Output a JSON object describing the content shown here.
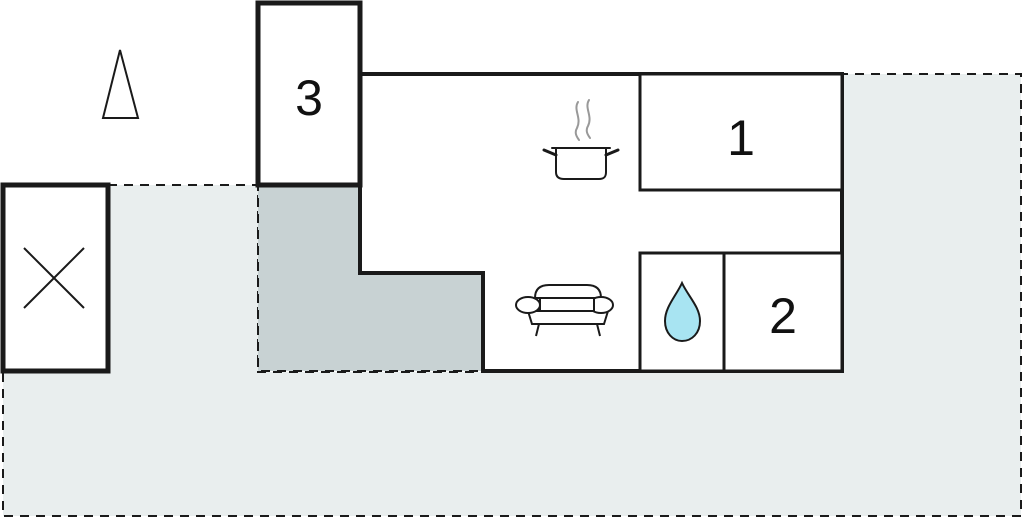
{
  "colors": {
    "outdoor_fill": "#e9eeee",
    "covered_fill": "#c8d2d3",
    "wall_stroke": "#1a1a1a",
    "water_fill": "#a8e4f2",
    "steam_stroke": "#999999"
  },
  "rooms": [
    {
      "id": "bedroom-1",
      "label": "1"
    },
    {
      "id": "bedroom-2",
      "label": "2"
    },
    {
      "id": "room-3",
      "label": "3"
    }
  ],
  "icons": {
    "north": "north-arrow-icon",
    "kitchen": "cooking-pot-icon",
    "living": "sofa-icon",
    "bathroom": "water-drop-icon",
    "outbuilding": "cross-icon"
  }
}
